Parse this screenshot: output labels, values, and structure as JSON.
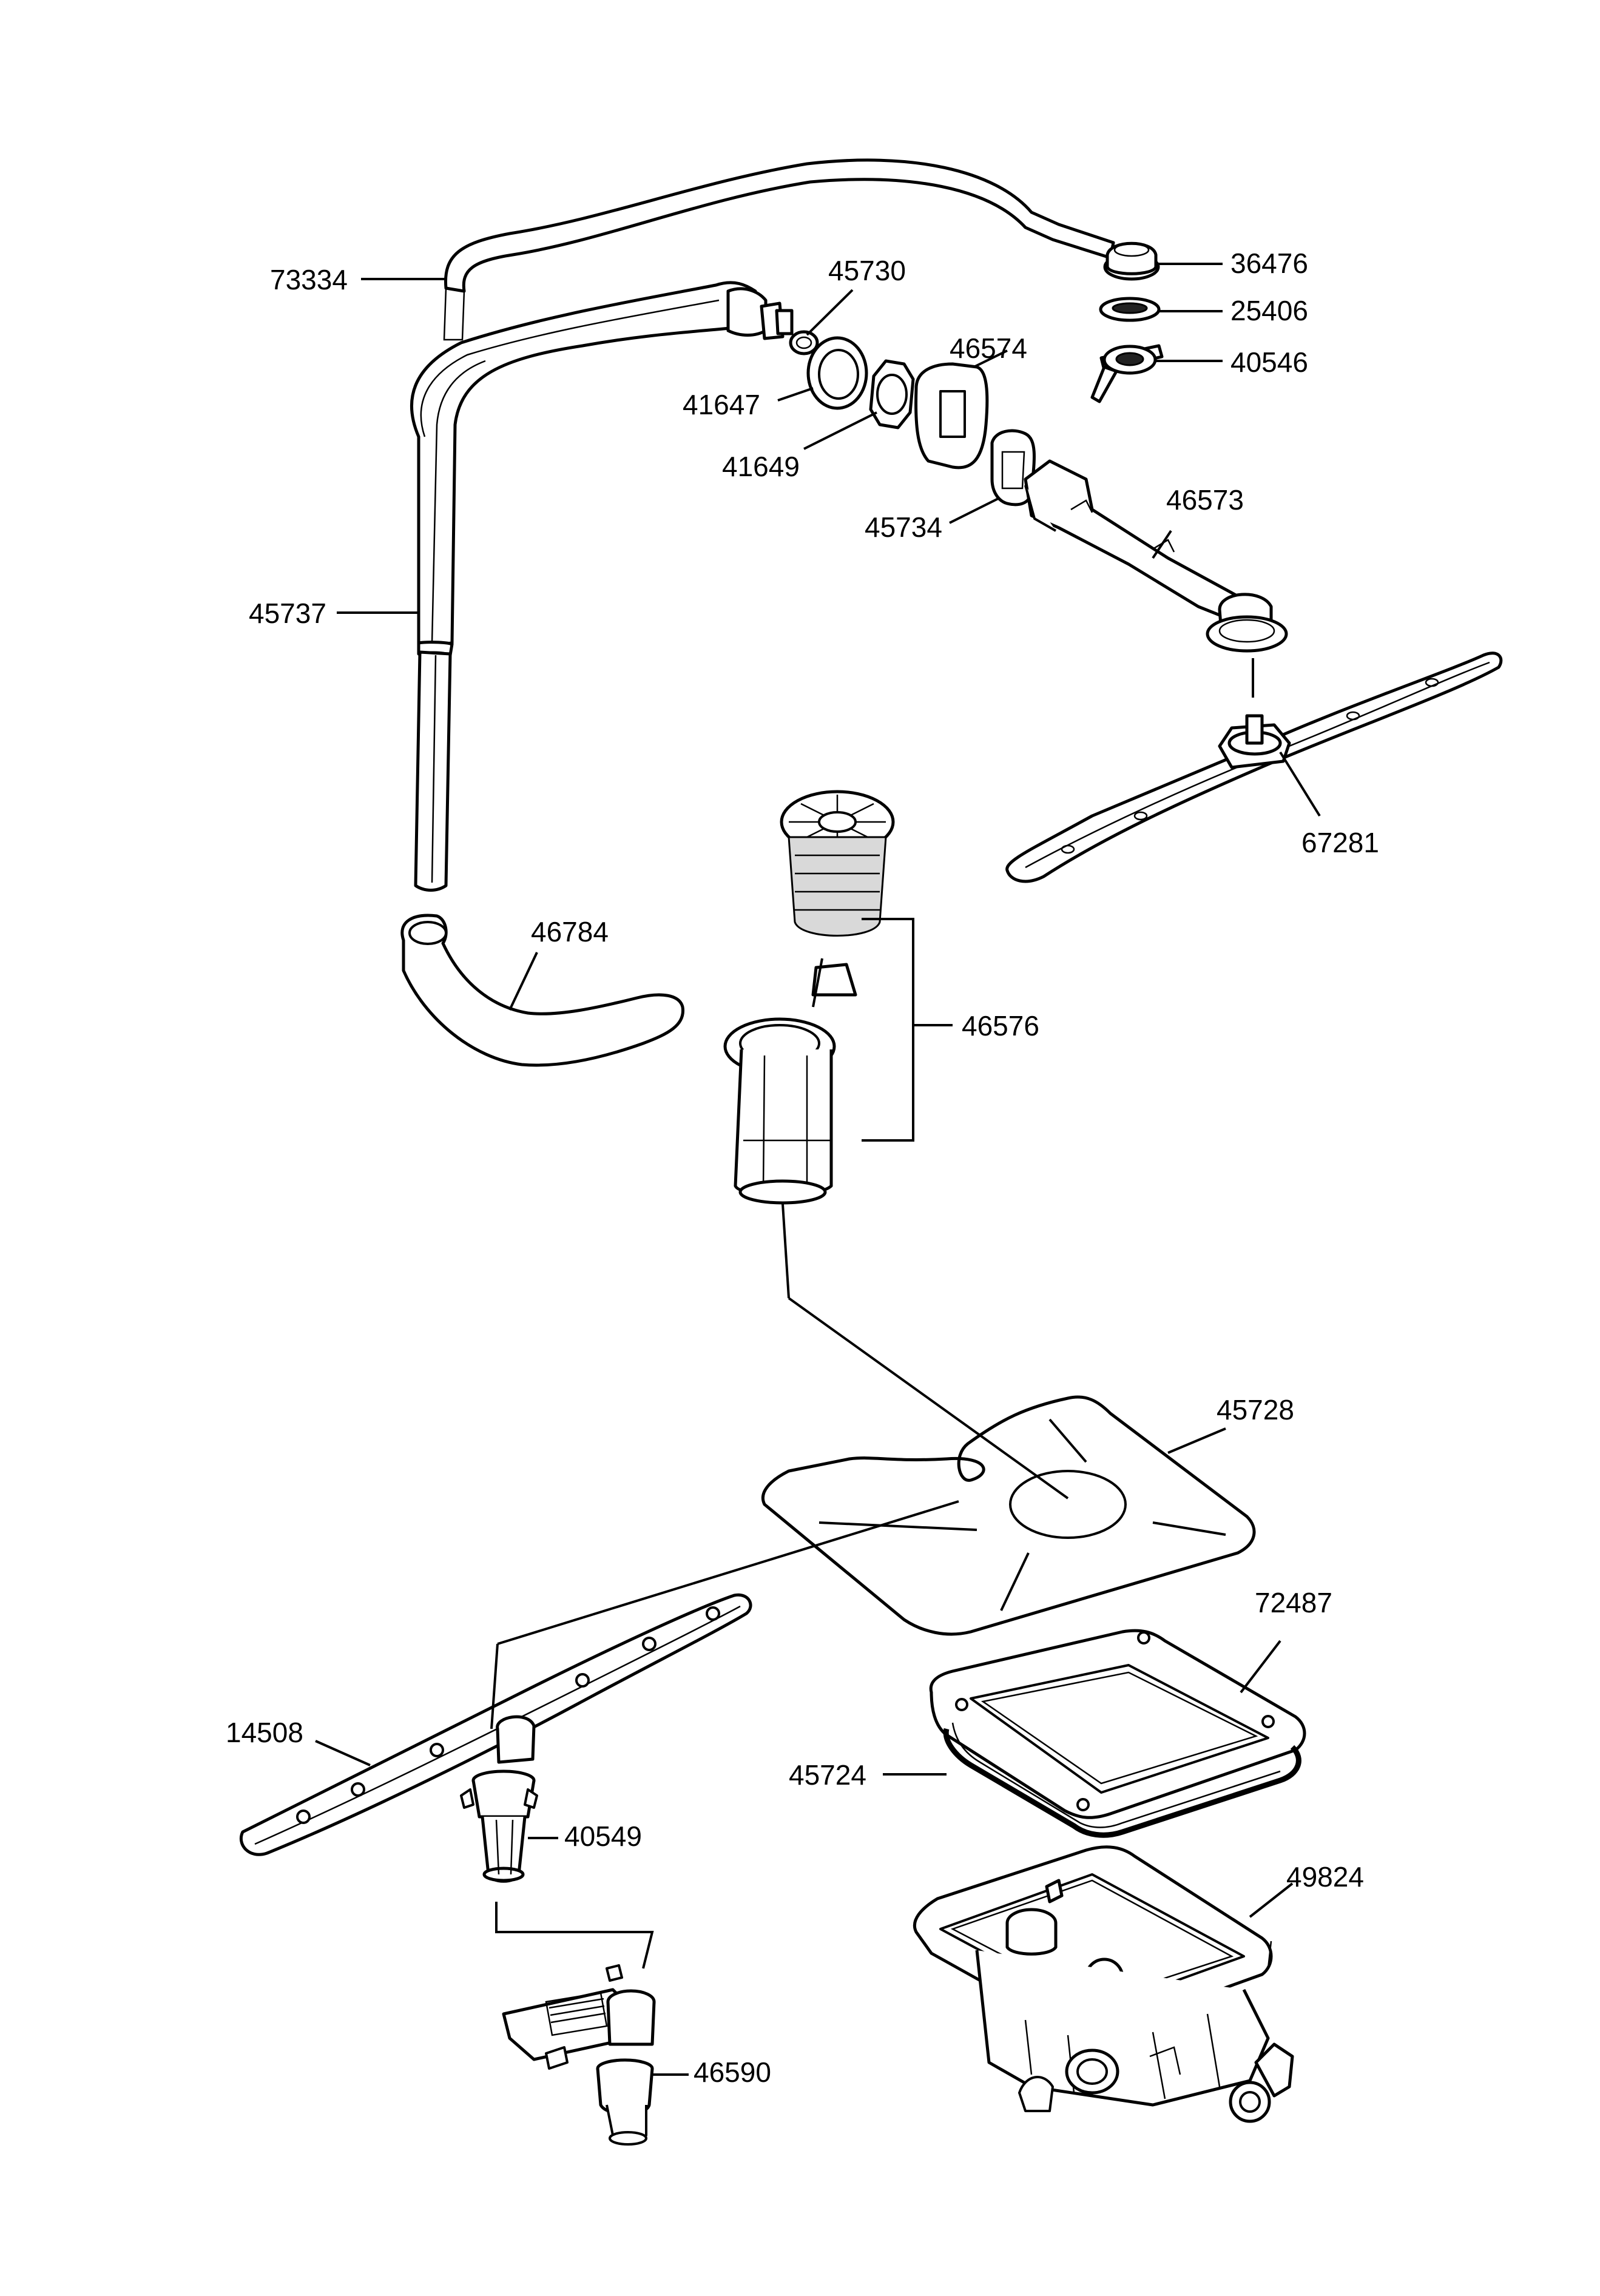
{
  "diagram": {
    "part_numbers": {
      "p73334": "73334",
      "p45730": "45730",
      "p36476": "36476",
      "p25406": "25406",
      "p40546": "40546",
      "p46574": "46574",
      "p41647": "41647",
      "p41649": "41649",
      "p45734": "45734",
      "p46573": "46573",
      "p45737": "45737",
      "p67281": "67281",
      "p46784": "46784",
      "p46576": "46576",
      "p45728": "45728",
      "p72487": "72487",
      "p14508": "14508",
      "p45724": "45724",
      "p40549": "40549",
      "p49824": "49824",
      "p46590": "46590"
    }
  }
}
